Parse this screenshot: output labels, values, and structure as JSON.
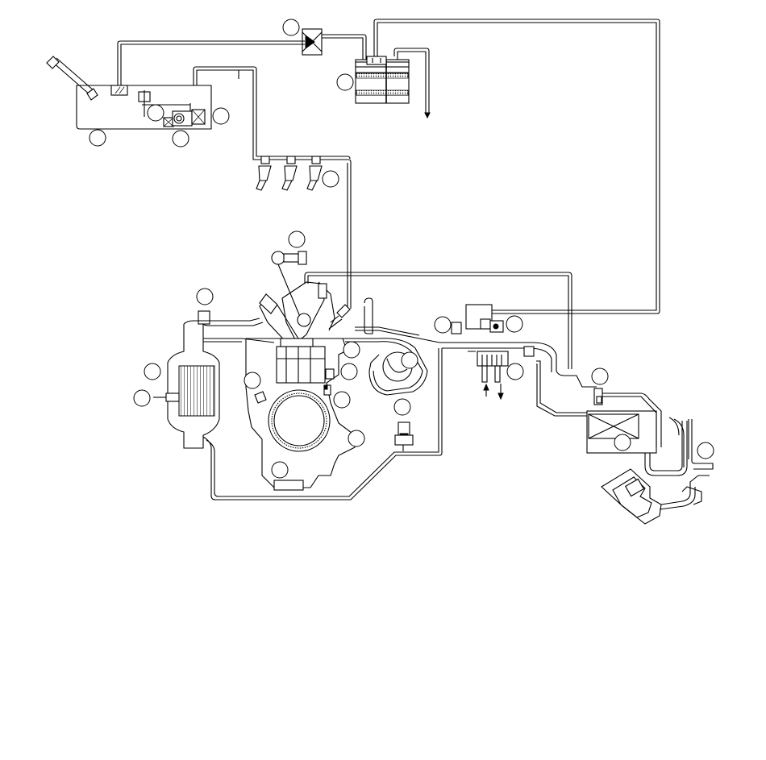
{
  "diagram": {
    "callouts": [
      {
        "id": "callout-01",
        "label": ""
      },
      {
        "id": "callout-02",
        "label": ""
      },
      {
        "id": "callout-03",
        "label": ""
      },
      {
        "id": "callout-04",
        "label": ""
      },
      {
        "id": "callout-05",
        "label": ""
      },
      {
        "id": "callout-06",
        "label": ""
      },
      {
        "id": "callout-07",
        "label": ""
      },
      {
        "id": "callout-08",
        "label": ""
      },
      {
        "id": "callout-09",
        "label": ""
      },
      {
        "id": "callout-10",
        "label": ""
      },
      {
        "id": "callout-11",
        "label": ""
      },
      {
        "id": "callout-12",
        "label": ""
      },
      {
        "id": "callout-13",
        "label": ""
      },
      {
        "id": "callout-14",
        "label": ""
      },
      {
        "id": "callout-15",
        "label": ""
      },
      {
        "id": "callout-16",
        "label": ""
      },
      {
        "id": "callout-17",
        "label": ""
      },
      {
        "id": "callout-18",
        "label": ""
      },
      {
        "id": "callout-19",
        "label": ""
      },
      {
        "id": "callout-20",
        "label": ""
      },
      {
        "id": "callout-21",
        "label": ""
      },
      {
        "id": "callout-22",
        "label": ""
      },
      {
        "id": "callout-23",
        "label": ""
      },
      {
        "id": "callout-24",
        "label": ""
      },
      {
        "id": "callout-25",
        "label": ""
      },
      {
        "id": "callout-26",
        "label": ""
      },
      {
        "id": "callout-27",
        "label": ""
      },
      {
        "id": "callout-28",
        "label": ""
      },
      {
        "id": "callout-29",
        "label": ""
      }
    ]
  }
}
